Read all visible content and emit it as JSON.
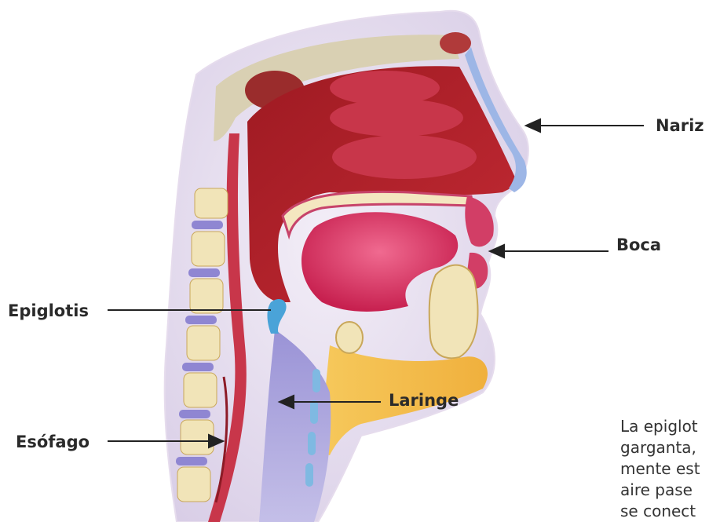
{
  "labels": {
    "nose": "Nariz",
    "mouth": "Boca",
    "epiglottis": "Epiglotis",
    "larynx": "Laringe",
    "esophagus": "Esófago"
  },
  "caption_lines": [
    "La epiglot",
    "garganta,",
    "mente est",
    "aire pase",
    "se conect"
  ]
}
